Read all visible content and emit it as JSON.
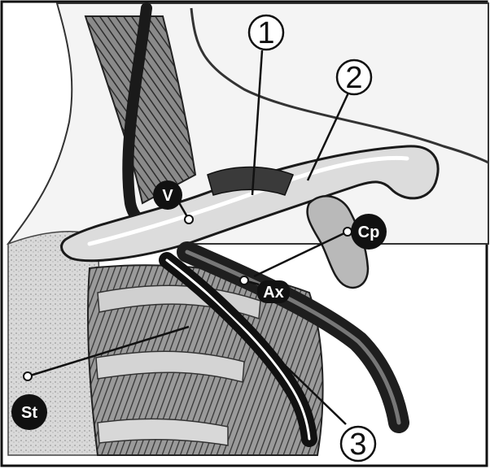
{
  "labels": {
    "num_1": "1",
    "num_2": "2",
    "num_3": "3",
    "v": "V",
    "cp": "Cp",
    "ax": "Ax",
    "st": "St"
  },
  "colors": {
    "ink": "#111111",
    "skin": "#ececec",
    "bone": "#d6d6d6",
    "vessel": "#1e1e1e",
    "muscle": "#7a7a7a"
  }
}
